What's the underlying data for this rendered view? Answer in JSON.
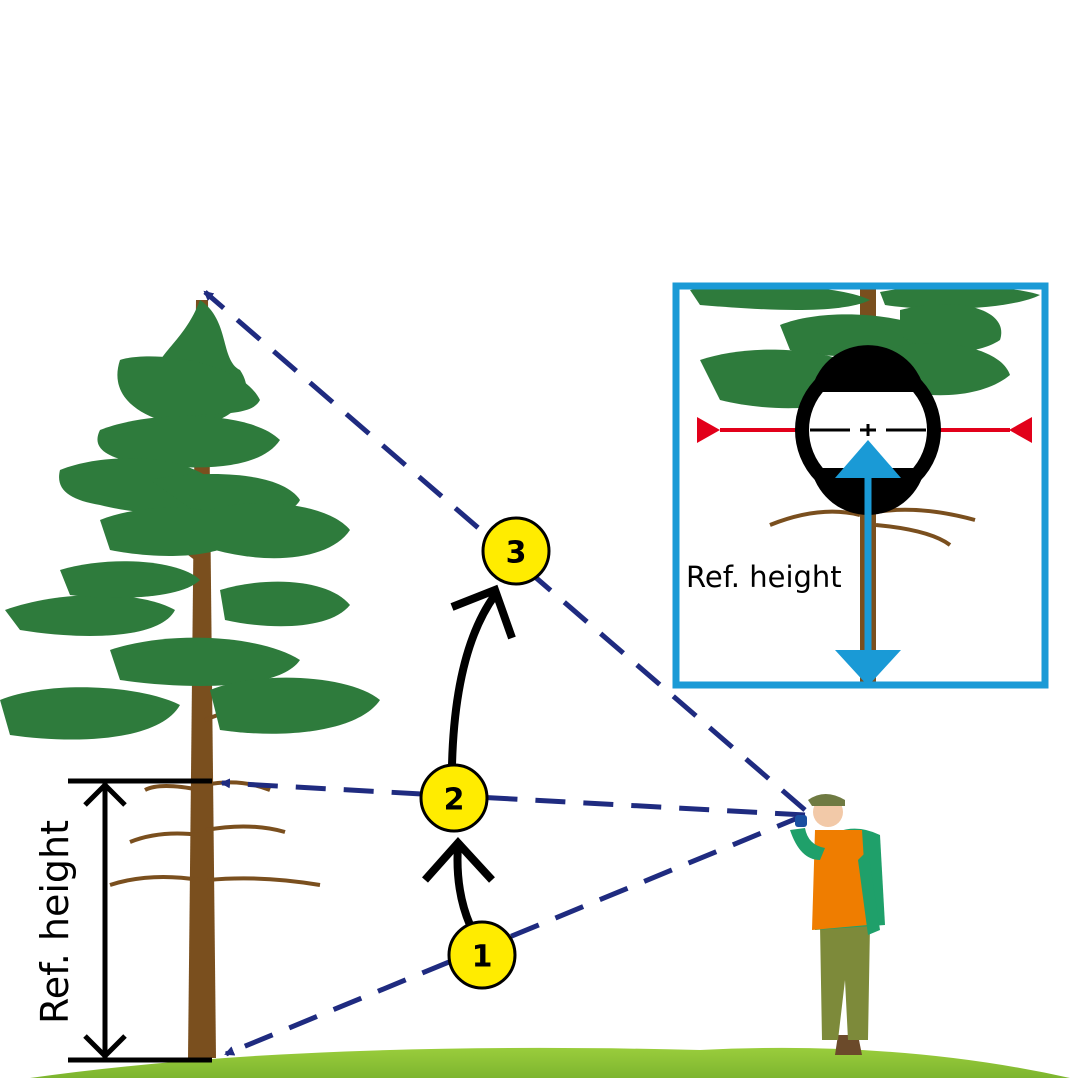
{
  "diagram": {
    "steps": [
      {
        "number": "1"
      },
      {
        "number": "2"
      },
      {
        "number": "3"
      }
    ],
    "tree_ref_label": "Ref. height",
    "inset_ref_label": "Ref. height"
  },
  "colors": {
    "foliage": "#2e7b3c",
    "trunk": "#7a4f1e",
    "sight_line": "#1f2b80",
    "step_circle": "#ffec00",
    "inset_frame": "#1a9ad6",
    "crosshair": "#e2001a",
    "ground": "#8cc63f"
  }
}
